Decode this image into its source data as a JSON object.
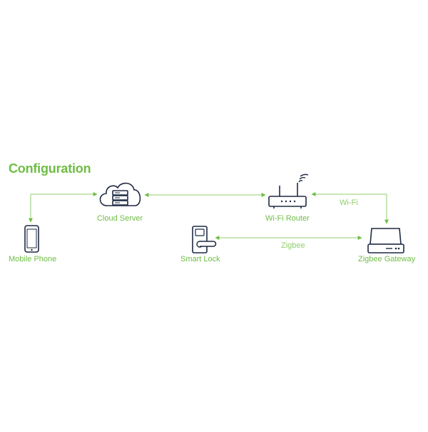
{
  "diagram": {
    "title": "Configuration",
    "accent_color": "#6ebd45",
    "icon_color": "#1f2a44",
    "nodes": {
      "mobile_phone": {
        "label": "Mobile Phone",
        "icon": "smartphone-icon"
      },
      "cloud_server": {
        "label": "Cloud Server",
        "icon": "cloud-server-icon"
      },
      "wifi_router": {
        "label": "Wi-Fi Router",
        "icon": "wifi-router-icon"
      },
      "smart_lock": {
        "label": "Smart Lock",
        "icon": "smart-lock-icon"
      },
      "zigbee_gateway": {
        "label": "Zigbee Gateway",
        "icon": "gateway-icon"
      }
    },
    "connections": {
      "wifi": {
        "label": "Wi-Fi",
        "from": "Wi-Fi Router",
        "to": "Zigbee Gateway"
      },
      "zigbee": {
        "label": "Zigbee",
        "from": "Smart Lock",
        "to": "Zigbee Gateway"
      }
    }
  }
}
